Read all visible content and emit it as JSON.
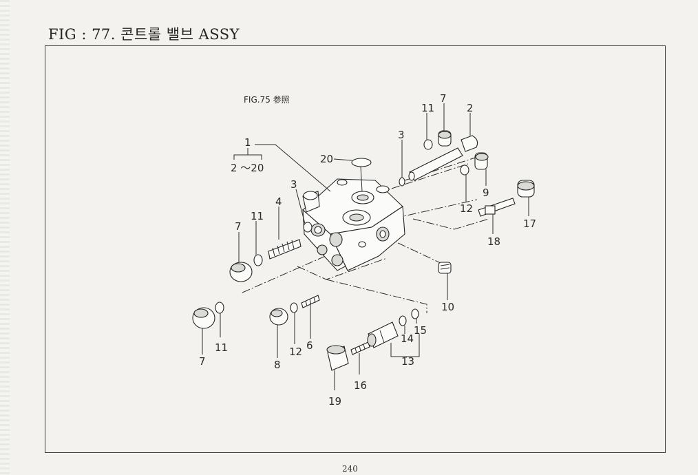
{
  "title": "FIG : 77. 콘트롤 밸브 ASSY",
  "page_number": "240",
  "reference_note": "FIG.75 参照",
  "range_label": "2 ～20",
  "callouts": {
    "c1": "1",
    "c2": "2",
    "c3a": "3",
    "c3b": "3",
    "c4": "4",
    "c6": "6",
    "c7a": "7",
    "c7b": "7",
    "c7c": "7",
    "c8": "8",
    "c9": "9",
    "c10": "10",
    "c11a": "11",
    "c11b": "11",
    "c11c": "11",
    "c12a": "12",
    "c12b": "12",
    "c13": "13",
    "c14": "14",
    "c15": "15",
    "c16": "16",
    "c17": "17",
    "c18": "18",
    "c19": "19",
    "c20": "20"
  }
}
